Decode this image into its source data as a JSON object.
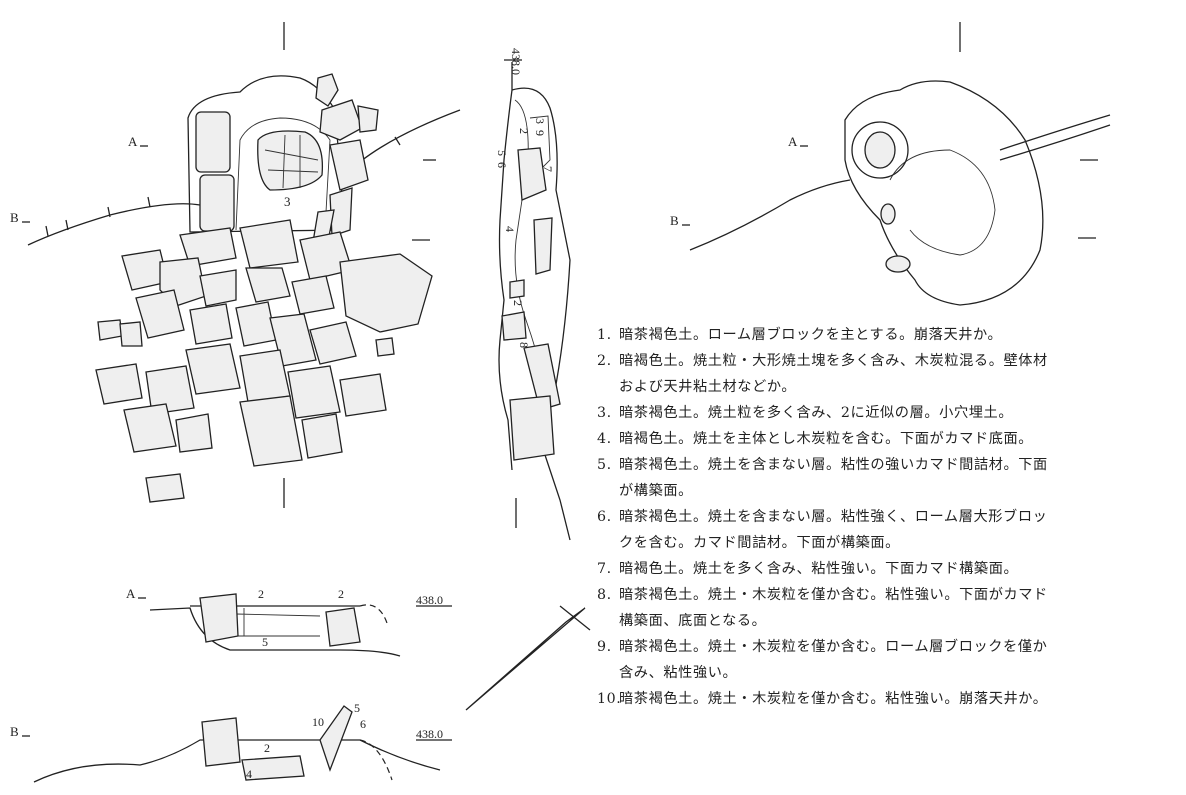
{
  "plan_left": {
    "label_a": "A",
    "label_b": "B",
    "layer_label": "3"
  },
  "profile_vertical": {
    "elevation": "438.0",
    "layers": [
      "2",
      "3",
      "9",
      "5",
      "6",
      "7",
      "4",
      "2",
      "8"
    ]
  },
  "plan_right": {
    "label_a": "A",
    "label_b": "B"
  },
  "section_a": {
    "label": "A",
    "elevation": "438.0",
    "layers": [
      "2",
      "2",
      "5"
    ]
  },
  "section_b": {
    "label": "B",
    "elevation": "438.0",
    "layers": [
      "10",
      "5",
      "6",
      "2",
      "4"
    ]
  },
  "legend": [
    {
      "num": "1.",
      "text": "暗茶褐色土。ローム層ブロックを主とする。崩落天井か。"
    },
    {
      "num": "2.",
      "text": "暗褐色土。焼土粒・大形焼土塊を多く含み、木炭粒混る。壁体材"
    },
    {
      "num": "",
      "text": "および天井粘土材などか。"
    },
    {
      "num": "3.",
      "text": "暗茶褐色土。焼土粒を多く含み、2に近似の層。小穴埋土。"
    },
    {
      "num": "4.",
      "text": "暗褐色土。焼土を主体とし木炭粒を含む。下面がカマド底面。"
    },
    {
      "num": "5.",
      "text": "暗茶褐色土。焼土を含まない層。粘性の強いカマド間詰材。下面"
    },
    {
      "num": "",
      "text": "が構築面。"
    },
    {
      "num": "6.",
      "text": "暗茶褐色土。焼土を含まない層。粘性強く、ローム層大形ブロッ"
    },
    {
      "num": "",
      "text": "クを含む。カマド間詰材。下面が構築面。"
    },
    {
      "num": "7.",
      "text": "暗褐色土。焼土を多く含み、粘性強い。下面カマド構築面。"
    },
    {
      "num": "8.",
      "text": "暗茶褐色土。焼土・木炭粒を僅か含む。粘性強い。下面がカマド"
    },
    {
      "num": "",
      "text": "構築面、底面となる。"
    },
    {
      "num": "9.",
      "text": "暗茶褐色土。焼土・木炭粒を僅か含む。ローム層ブロックを僅か"
    },
    {
      "num": "",
      "text": "含み、粘性強い。"
    },
    {
      "num": "10.",
      "text": "暗茶褐色土。焼土・木炭粒を僅か含む。粘性強い。崩落天井か。"
    }
  ]
}
